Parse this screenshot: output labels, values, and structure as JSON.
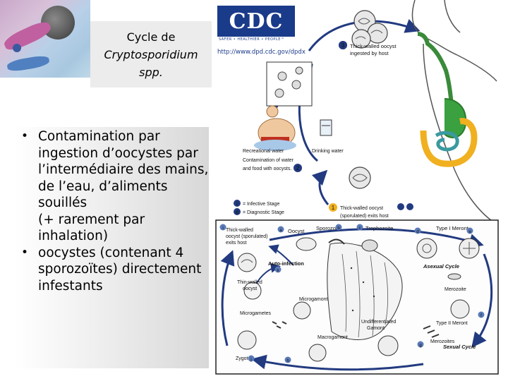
{
  "title": {
    "line1": "Cycle de",
    "line2": "Cryptosporidium",
    "line3": "spp."
  },
  "bullets": [
    "Contamination par ingestion d’oocystes par l’intermédiaire des mains, de l’eau, d’aliments souillés\n(+ rarement par inhalation)",
    "oocystes (contenant 4 sporozoïtes) directement infestants"
  ],
  "diagram": {
    "logo": "CDC",
    "logo_tagline": "SAFER • HEALTHIER • PEOPLE™",
    "url": "http://www.dpd.cdc.gov/dpdx",
    "step3_label": [
      "Thick-walled oocyst",
      "ingested by host"
    ],
    "recreational_water": "Recreational water",
    "drinking_water": "Drinking water",
    "step2_label": [
      "Contamination of water",
      "and food with oocysts."
    ],
    "legend_infective": "= Infective Stage",
    "legend_diagnostic": "= Diagnostic Stage",
    "step1_label": [
      "Thick-walled oocyst",
      "(sporulated) exits host"
    ],
    "exit_label": [
      "Thick-walled",
      "oocyst (sporulated)",
      "exits host"
    ],
    "oocyst": "Oocyst",
    "sporozoite": "Sporozoite",
    "trophozoite": "Trophozoite",
    "type1_meront": "Type I Meront",
    "auto_infection": "Auto-infection",
    "asexual_cycle": "Asexual Cycle",
    "merozoite": "Merozoite",
    "thin_walled": [
      "Thin-walled",
      "oocyst"
    ],
    "microgamont": "Microgamont",
    "microgametes": "Microgametes",
    "type2_meront": "Type II Meront",
    "undifferentiated_gamont": [
      "Undifferentiated",
      "Gamont"
    ],
    "merozoites": "Merozoites",
    "sexual_cycle": "Sexual Cycle",
    "macrogamont": "Macrogamont",
    "zygote": "Zygote",
    "marker_letters": [
      "a",
      "b",
      "c",
      "d",
      "e",
      "f",
      "g",
      "h",
      "i",
      "j",
      "k"
    ],
    "step_numbers": [
      "1",
      "2",
      "3"
    ],
    "legend_i": "i",
    "legend_d": "d"
  }
}
